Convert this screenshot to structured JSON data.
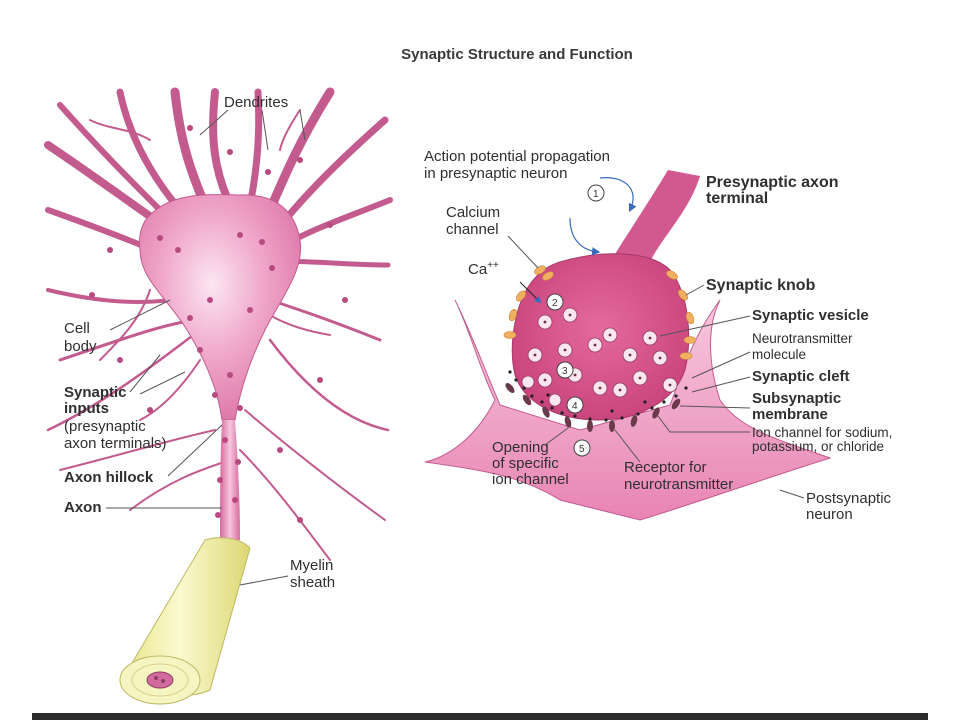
{
  "title": "Synaptic Structure and Function",
  "neuron_labels": {
    "dendrites": "Dendrites",
    "cell_body": [
      "Cell",
      "body"
    ],
    "synaptic_inputs": [
      "Synaptic",
      "inputs",
      "(presynaptic",
      "axon terminals)"
    ],
    "axon_hillock": "Axon hillock",
    "axon": "Axon",
    "myelin_sheath": [
      "Myelin",
      "sheath"
    ]
  },
  "synapse_labels": {
    "action_potential": [
      "Action potential propagation",
      "in presynaptic neuron"
    ],
    "presynaptic_axon_terminal": [
      "Presynaptic axon",
      "terminal"
    ],
    "calcium_channel": [
      "Calcium",
      "channel"
    ],
    "ca_ion": "Ca",
    "ca_charge": "++",
    "synaptic_knob": "Synaptic knob",
    "synaptic_vesicle": "Synaptic vesicle",
    "neurotransmitter_molecule": [
      "Neurotransmitter",
      "molecule"
    ],
    "synaptic_cleft": "Synaptic cleft",
    "subsynaptic_membrane": [
      "Subsynaptic",
      "membrane"
    ],
    "ion_channel": [
      "Ion channel for sodium,",
      "potassium, or chloride"
    ],
    "opening_channel": [
      "Opening",
      "of specific",
      "ion channel"
    ],
    "receptor": [
      "Receptor for",
      "neurotransmitter"
    ],
    "postsynaptic_neuron": [
      "Postsynaptic",
      "neuron"
    ]
  },
  "steps": [
    "1",
    "2",
    "3",
    "4",
    "5"
  ],
  "colors": {
    "neuron_pink": "#e889b8",
    "knob_pink": "#d6508a",
    "myelin_yellow": "#f3f1a8",
    "channel_orange": "#f0b060",
    "receptor_dark": "#6a3a4a",
    "arrow_blue": "#3a6ab8"
  }
}
